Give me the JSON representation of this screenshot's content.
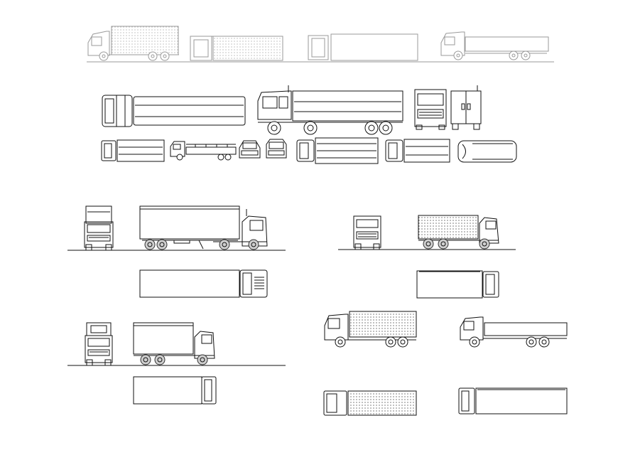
{
  "drawing": {
    "background": "#ffffff",
    "line_color": "#111111",
    "faint_line_color": "#9a9a9a",
    "wheel_fill": "#cfcfcf",
    "rows": [
      {
        "id": "row-faint-elevations",
        "items": [
          "rigid-truck-side",
          "container-semi-side",
          "box-semi-top",
          "flatbed-truck-side"
        ]
      },
      {
        "id": "row-truck-set",
        "items": [
          "tanker-top",
          "tipper-truck-side",
          "cab-front",
          "cab-rear",
          "van-top",
          "flatbed-side-small",
          "car-front",
          "cab-front-small",
          "box-top-1",
          "box-top-2",
          "van-top-2"
        ]
      },
      {
        "id": "row-semitrailer-views",
        "items": [
          "semi-front",
          "semi-side",
          "semi-top"
        ]
      },
      {
        "id": "row-dump-views",
        "items": [
          "dump-front",
          "dump-side",
          "dump-top"
        ]
      },
      {
        "id": "row-box-truck-views",
        "items": [
          "boxtruck-front",
          "boxtruck-side",
          "boxtruck-top"
        ]
      },
      {
        "id": "row-misc-views",
        "items": [
          "container-truck-side",
          "flatbed-long-side",
          "container-truck-top",
          "box-truck-top-long"
        ]
      }
    ]
  }
}
